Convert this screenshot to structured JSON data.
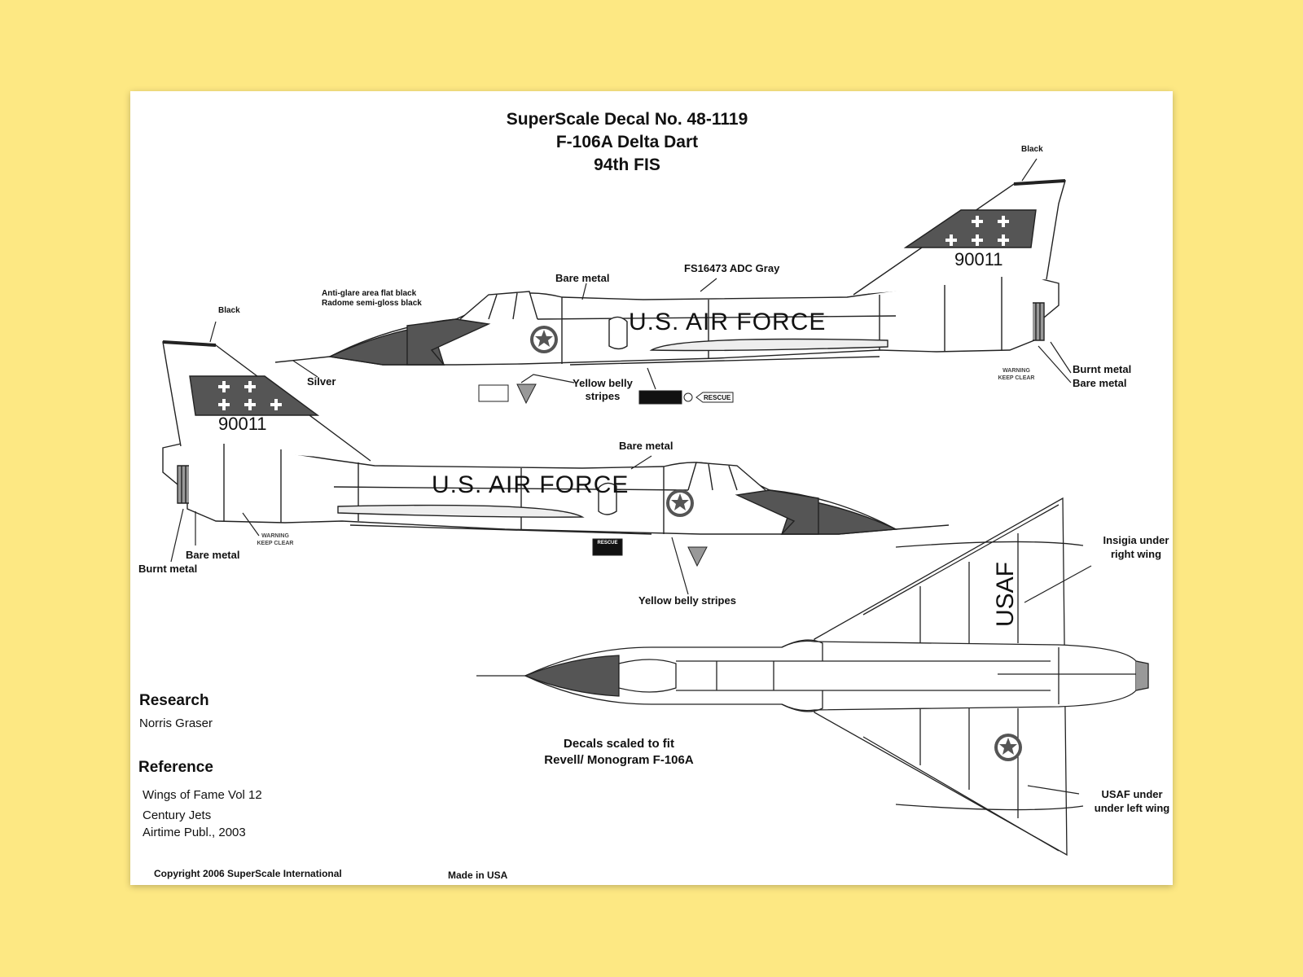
{
  "title": {
    "line1": "SuperScale Decal No. 48-1119",
    "line2": "F-106A Delta Dart",
    "line3": "94th FIS"
  },
  "upper_profile": {
    "black_tip": "Black",
    "fs_gray": "FS16473 ADC Gray",
    "bare_metal": "Bare metal",
    "antiglare": "Anti-glare area flat black",
    "radome": "Radome semi-gloss black",
    "silver": "Silver",
    "yellow_belly_1": "Yellow belly",
    "yellow_belly_2": "stripes",
    "burnt_metal": "Burnt metal",
    "bare_metal_rear": "Bare metal",
    "warning_1": "WARNING",
    "warning_2": "KEEP CLEAR",
    "rescue": "RESCUE",
    "fuselage_text": "U.S. AIR FORCE",
    "serial": "90011"
  },
  "lower_profile": {
    "black_tip": "Black",
    "bare_metal": "Bare metal",
    "bare_metal_rear": "Bare metal",
    "burnt_metal": "Burnt metal",
    "warning_1": "WARNING",
    "warning_2": "KEEP CLEAR",
    "rescue": "RESCUE",
    "yellow_belly": "Yellow belly stripes",
    "fuselage_text": "U.S. AIR FORCE",
    "serial": "90011"
  },
  "plan_view": {
    "insignia_1": "Insigia under",
    "insignia_2": "right wing",
    "usaf_1": "USAF under",
    "usaf_2": "under left wing",
    "wing_text": "USAF",
    "scale_1": "Decals scaled to fit",
    "scale_2": "Revell/ Monogram F-106A"
  },
  "credits": {
    "research_heading": "Research",
    "research_name": "Norris Graser",
    "reference_heading": "Reference",
    "ref_1": "Wings of Fame Vol 12",
    "ref_2": "Century Jets",
    "ref_3": "Airtime Publ., 2003"
  },
  "footer": {
    "copyright": "Copyright 2006 SuperScale International",
    "made_in": "Made in USA"
  },
  "colors": {
    "background": "#FDE883",
    "paper": "#FFFFFF",
    "dark_gray": "#555555",
    "light_gray": "#BBBBBB",
    "ink": "#111111"
  }
}
